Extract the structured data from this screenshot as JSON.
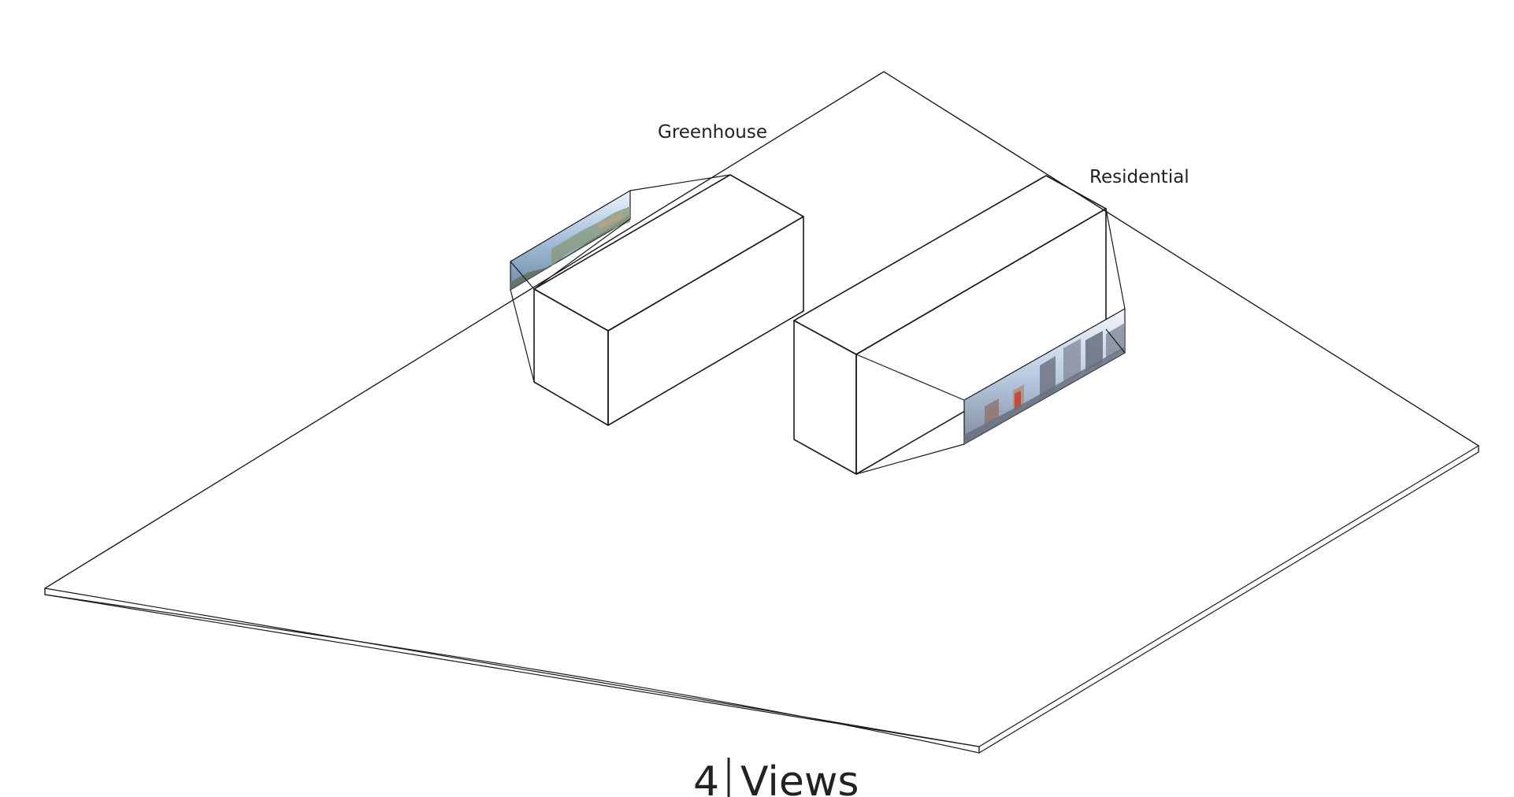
{
  "labels": {
    "greenhouse": "Greenhouse",
    "residential": "Residential"
  },
  "caption": {
    "number": "4",
    "title": "Views"
  },
  "colors": {
    "greenhouse": "#c1c475",
    "greenhouse_top": "#c6c87c",
    "residential": "#f09c52",
    "residential_top": "#f2a35b",
    "outline": "#1a1a1a"
  }
}
